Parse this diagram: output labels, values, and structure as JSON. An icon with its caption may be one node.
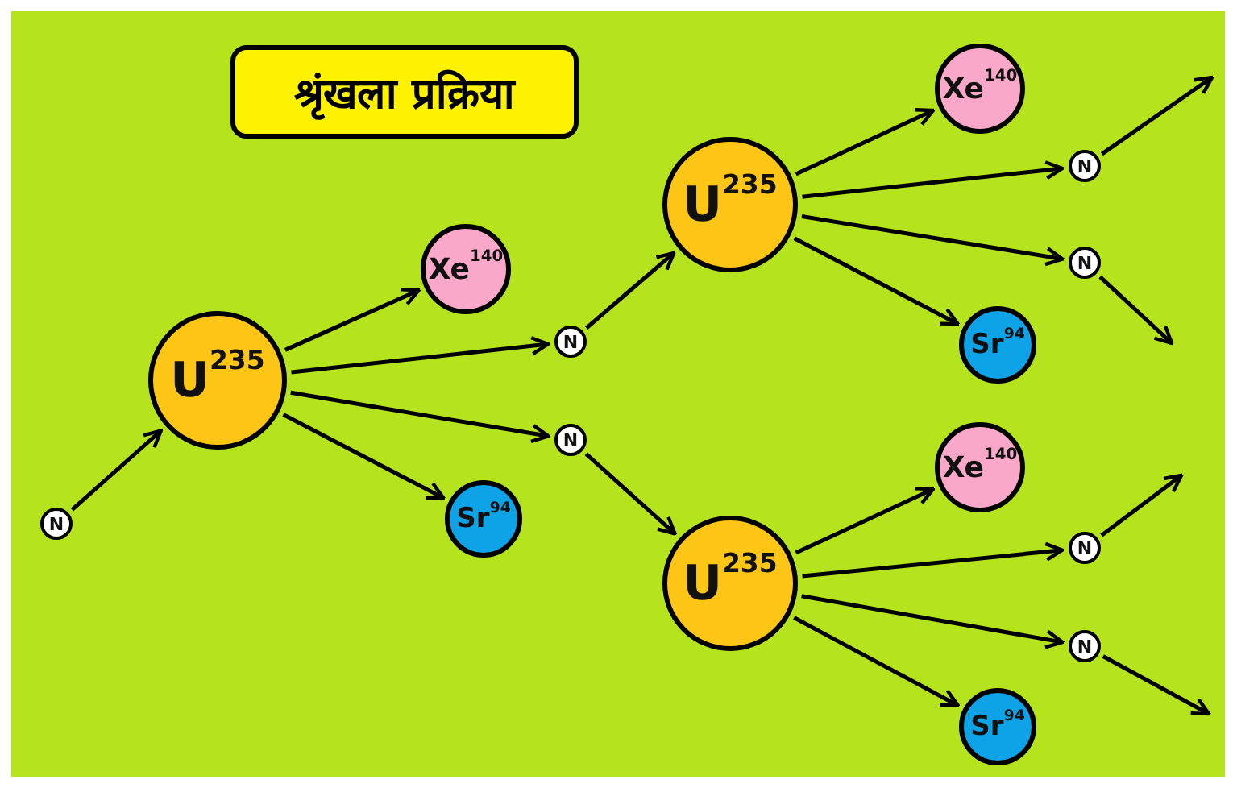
{
  "diagram": {
    "title": "श्रृंखला प्रक्रिया",
    "nodes": [
      {
        "text": [
          "N"
        ]
      },
      {
        "text": [
          "U$^{235}$"
        ]
      },
      {
        "text": [
          "Xe$^{140}$"
        ]
      },
      {
        "text": [
          "N"
        ]
      },
      {
        "text": [
          "N"
        ]
      },
      {
        "text": [
          "Sr$^{94}$"
        ]
      },
      {
        "text": [
          "U$^{235}$"
        ]
      },
      {
        "text": [
          "Xe$^{140}$"
        ]
      },
      {
        "text": [
          "N"
        ]
      },
      {
        "text": [
          "N"
        ]
      },
      {
        "text": [
          "Sr$^{94}$"
        ]
      },
      {
        "text": [
          "U$^{235}$"
        ]
      },
      {
        "text": [
          "Xe$^{140}$"
        ]
      },
      {
        "text": [
          "N"
        ]
      },
      {
        "text": [
          "N"
        ]
      },
      {
        "text": [
          "Sr$^{94}$"
        ]
      }
    ],
    "edges": [
      {
        "from": 0,
        "to": 1,
        "arrow": "to"
      },
      {
        "from": 1,
        "to": 2,
        "arrow": "to"
      },
      {
        "from": 1,
        "to": 3,
        "arrow": "to"
      },
      {
        "from": 1,
        "to": 4,
        "arrow": "to"
      },
      {
        "from": 1,
        "to": 5,
        "arrow": "to"
      },
      {
        "from": 3,
        "to": 6,
        "arrow": "to"
      },
      {
        "from": 4,
        "to": 11,
        "arrow": "to"
      },
      {
        "from": 6,
        "to": 7,
        "arrow": "to"
      },
      {
        "from": 6,
        "to": 8,
        "arrow": "to"
      },
      {
        "from": 6,
        "to": 9,
        "arrow": "to"
      },
      {
        "from": 6,
        "to": 10,
        "arrow": "to"
      },
      {
        "from": 8,
        "to": null,
        "arrow": "to"
      },
      {
        "from": 9,
        "to": null,
        "arrow": "to"
      },
      {
        "from": 11,
        "to": 12,
        "arrow": "to"
      },
      {
        "from": 11,
        "to": 13,
        "arrow": "to"
      },
      {
        "from": 11,
        "to": 14,
        "arrow": "to"
      },
      {
        "from": 11,
        "to": 15,
        "arrow": "to"
      },
      {
        "from": 13,
        "to": null,
        "arrow": "to"
      },
      {
        "from": 14,
        "to": null,
        "arrow": "to"
      }
    ]
  }
}
